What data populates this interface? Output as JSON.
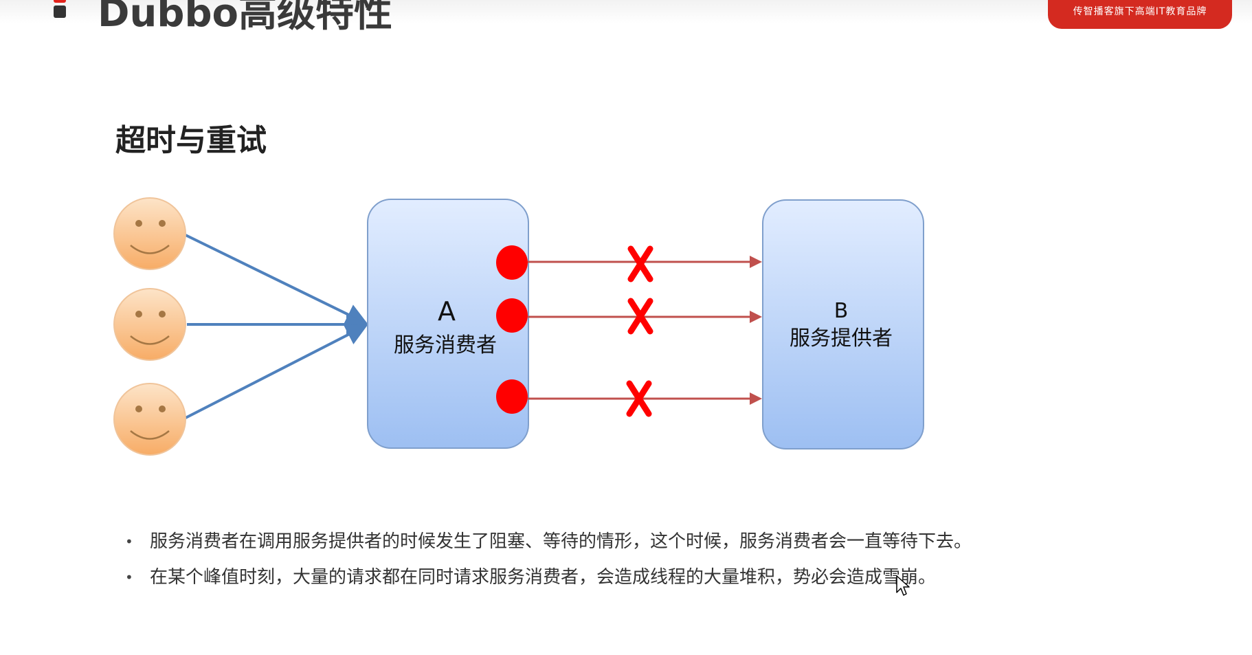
{
  "header": {
    "title": "Dubbo高级特性",
    "brand": "传智播客旗下高端IT教育品牌"
  },
  "slide": {
    "title": "超时与重试",
    "consumer": {
      "letter": "A",
      "label": "服务消费者"
    },
    "provider": {
      "letter": "B",
      "label": "服务提供者"
    },
    "bullets": [
      "服务消费者在调用服务提供者的时候发生了阻塞、等待的情形，这个时候，服务消费者会一直等待下去。",
      "在某个峰值时刻，大量的请求都在同时请求服务消费者，会造成线程的大量堆积，势必会造成雪崩。"
    ]
  },
  "colors": {
    "brand_red": "#d42a20",
    "request_arrow": "#4f81bd",
    "failed_call": "#c0504d",
    "blocked_marker": "#ff0000",
    "box_fill_top": "#dbe8ff",
    "box_fill_bottom": "#a9c8f5",
    "smiley_face": "#fbc58e"
  },
  "icons": [
    "smiley-face-icon",
    "blocked-thread-icon",
    "x-mark-icon",
    "mouse-pointer-icon"
  ]
}
